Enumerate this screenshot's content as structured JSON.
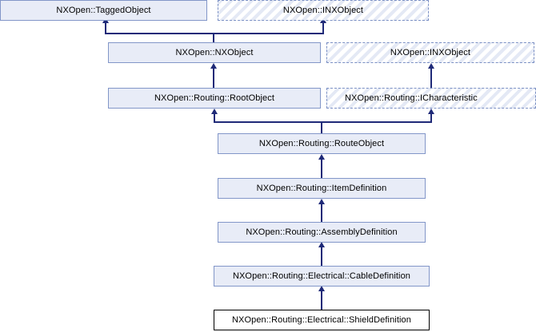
{
  "diagram": {
    "type": "uml-inheritance",
    "title": "NXOpen::Routing::Electrical::ShieldDefinition inheritance diagram",
    "colors": {
      "class_fill": "#e8ecf7",
      "class_border": "#8296c8",
      "interface_border": "#7b90c4",
      "interface_hatch": "#e4e9f5",
      "current_fill": "#ffffff",
      "current_border": "#000000",
      "connector": "#1f2a78",
      "background": "#ffffff"
    },
    "nodes": [
      {
        "id": "tagged-object",
        "label": "NXOpen::TaggedObject",
        "kind": "class"
      },
      {
        "id": "inxobject-top",
        "label": "NXOpen::INXObject",
        "kind": "interface"
      },
      {
        "id": "nxobject",
        "label": "NXOpen::NXObject",
        "kind": "class"
      },
      {
        "id": "inxobject-second",
        "label": "NXOpen::INXObject",
        "kind": "interface"
      },
      {
        "id": "root-object",
        "label": "NXOpen::Routing::RootObject",
        "kind": "class"
      },
      {
        "id": "icharacteristic",
        "label": "NXOpen::Routing::ICharacteristic",
        "kind": "interface"
      },
      {
        "id": "route-object",
        "label": "NXOpen::Routing::RouteObject",
        "kind": "class"
      },
      {
        "id": "item-definition",
        "label": "NXOpen::Routing::ItemDefinition",
        "kind": "class"
      },
      {
        "id": "assembly-definition",
        "label": "NXOpen::Routing::AssemblyDefinition",
        "kind": "class"
      },
      {
        "id": "cable-definition",
        "label": "NXOpen::Routing::Electrical::CableDefinition",
        "kind": "class"
      },
      {
        "id": "shield-definition",
        "label": "NXOpen::Routing::Electrical::ShieldDefinition",
        "kind": "current"
      }
    ],
    "edges": [
      {
        "from": "nxobject",
        "to": "tagged-object",
        "relation": "inherits"
      },
      {
        "from": "nxobject",
        "to": "inxobject-top",
        "relation": "implements"
      },
      {
        "from": "root-object",
        "to": "nxobject",
        "relation": "inherits"
      },
      {
        "from": "root-object",
        "to": "inxobject-second",
        "relation": "implements"
      },
      {
        "from": "route-object",
        "to": "root-object",
        "relation": "inherits"
      },
      {
        "from": "route-object",
        "to": "icharacteristic",
        "relation": "implements"
      },
      {
        "from": "item-definition",
        "to": "route-object",
        "relation": "inherits"
      },
      {
        "from": "assembly-definition",
        "to": "item-definition",
        "relation": "inherits"
      },
      {
        "from": "cable-definition",
        "to": "assembly-definition",
        "relation": "inherits"
      },
      {
        "from": "shield-definition",
        "to": "cable-definition",
        "relation": "inherits"
      }
    ]
  }
}
